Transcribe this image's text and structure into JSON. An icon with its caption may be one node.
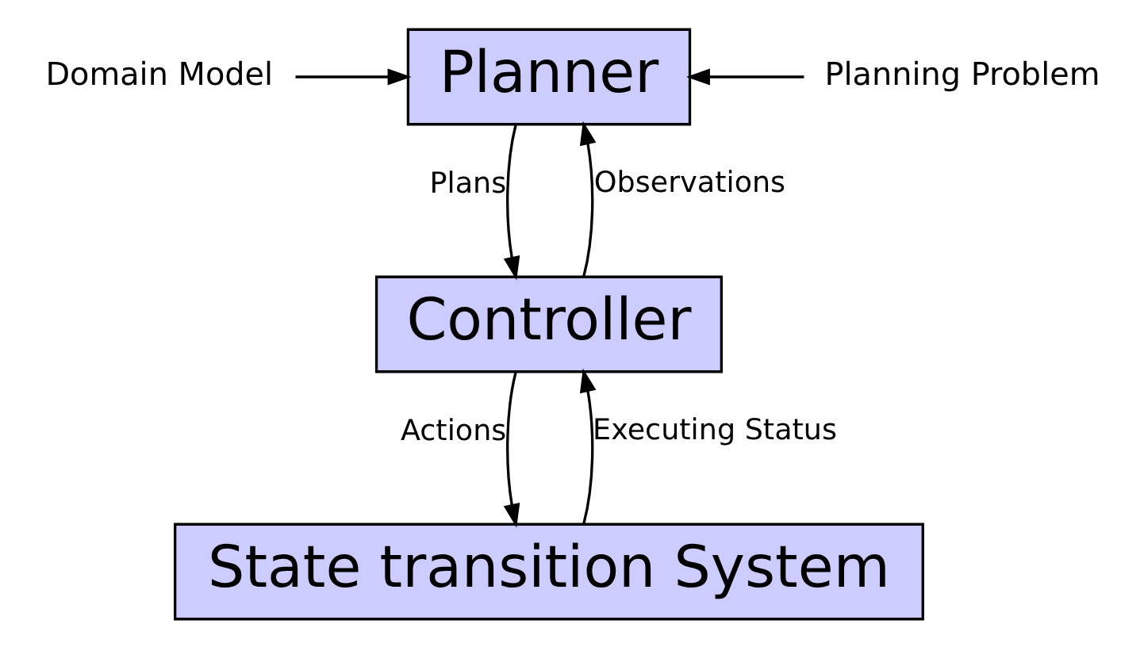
{
  "diagram": {
    "nodes": [
      {
        "text": [
          "Domain Model"
        ]
      },
      {
        "text": [
          "Planner"
        ]
      },
      {
        "text": [
          "Planning Problem"
        ]
      },
      {
        "text": [
          "Controller"
        ]
      },
      {
        "text": [
          "State transition System"
        ]
      }
    ],
    "edges": [
      {
        "from": 0,
        "to": 1,
        "arrow": "to"
      },
      {
        "from": 2,
        "to": 1,
        "arrow": "to"
      },
      {
        "from": 3,
        "to": 1,
        "arrow": "to",
        "label": "Observations"
      },
      {
        "from": 1,
        "to": 3,
        "arrow": "to",
        "label": "Plans"
      },
      {
        "from": 4,
        "to": 3,
        "arrow": "to",
        "label": "Executing Status"
      },
      {
        "from": 3,
        "to": 4,
        "arrow": "to",
        "label": "Actions"
      }
    ]
  }
}
